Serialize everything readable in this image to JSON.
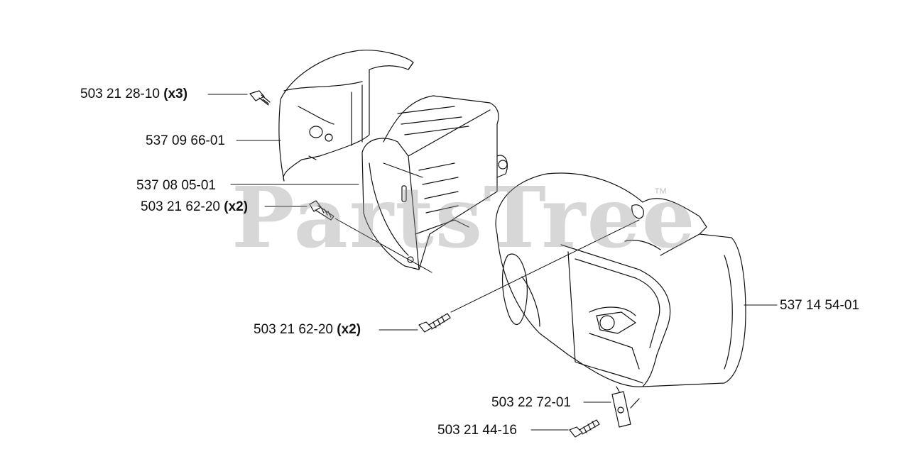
{
  "watermark": {
    "text": "PartsTree",
    "trademark": "™"
  },
  "labels": [
    {
      "id": "top-screw",
      "part": "503 21 28-10",
      "qty": "(x3)"
    },
    {
      "id": "upper-cover",
      "part": "537 09 66-01",
      "qty": ""
    },
    {
      "id": "cylinder-cover",
      "part": "537 08 05-01",
      "qty": ""
    },
    {
      "id": "mid-screw",
      "part": "503 21 62-20",
      "qty": "(x2)"
    },
    {
      "id": "lower-screw",
      "part": "503 21 62-20",
      "qty": "(x2)"
    },
    {
      "id": "main-housing",
      "part": "537 14 54-01",
      "qty": ""
    },
    {
      "id": "clip",
      "part": "503 22 72-01",
      "qty": ""
    },
    {
      "id": "bottom-screw",
      "part": "503 21 44-16",
      "qty": ""
    }
  ],
  "colors": {
    "line": "#111111",
    "watermark": "#969696",
    "background": "#ffffff"
  }
}
